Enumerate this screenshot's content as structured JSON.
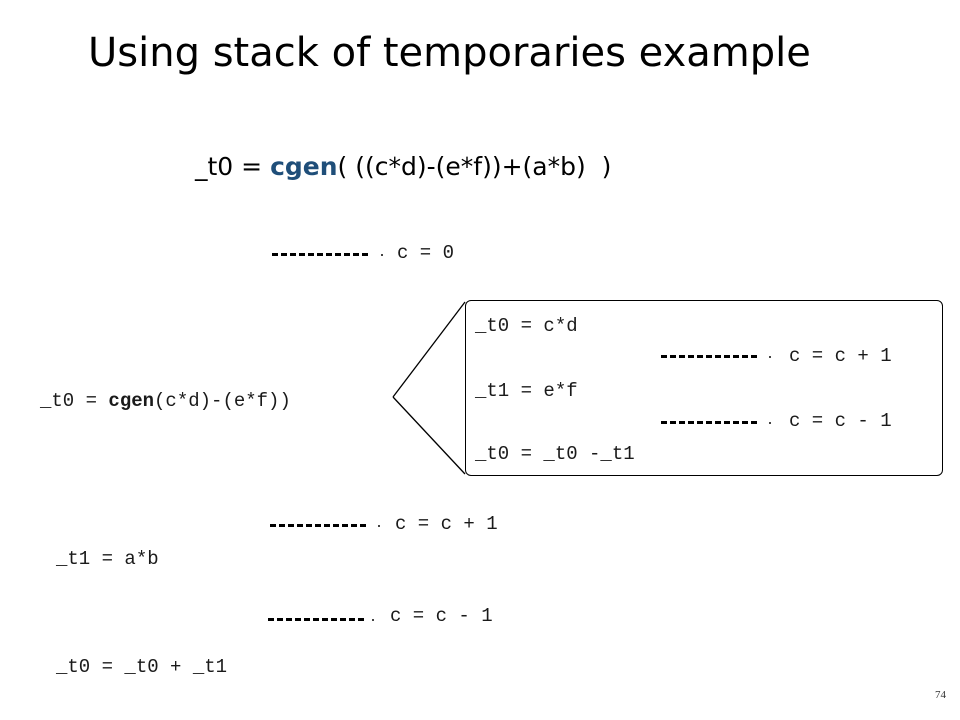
{
  "slide": {
    "title": "Using stack of temporaries example",
    "main_expr": {
      "lhs": "_t0 = ",
      "func": "cgen",
      "args": "( ((c*d)-(e*f))+(a*b)  )"
    },
    "steps": {
      "c0": "c = 0",
      "left_call": {
        "lhs": "_t0 = ",
        "func": "cgen",
        "args": "(c*d)-(e*f))"
      },
      "box": {
        "l1": "_t0 = c*d",
        "c_inc": "c = c + 1",
        "l2": "_t1 = e*f",
        "c_dec": "c = c - 1",
        "l3": "_t0 = _t0 -_t1"
      },
      "c_inc2": "c = c + 1",
      "t1_ab": "_t1 = a*b",
      "c_dec2": "c = c - 1",
      "final": "_t0 = _t0 + _t1"
    },
    "page_number": "74"
  }
}
